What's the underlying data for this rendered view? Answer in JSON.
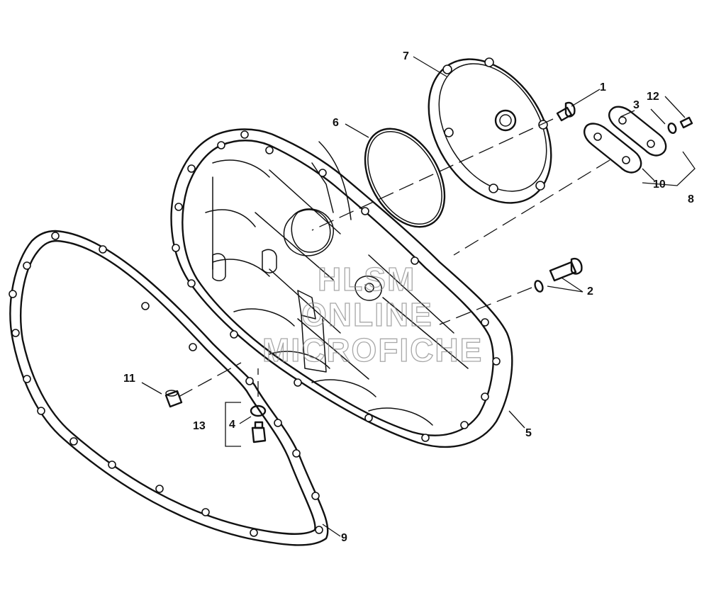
{
  "watermark": {
    "lines": [
      "HLSM",
      "ONLINE",
      "MICROFICHE"
    ],
    "color": "#8a8a8a"
  },
  "callouts": [
    {
      "id": "1",
      "label": "1"
    },
    {
      "id": "2",
      "label": "2"
    },
    {
      "id": "3",
      "label": "3"
    },
    {
      "id": "4",
      "label": "4"
    },
    {
      "id": "5",
      "label": "5"
    },
    {
      "id": "6",
      "label": "6"
    },
    {
      "id": "7",
      "label": "7"
    },
    {
      "id": "8",
      "label": "8"
    },
    {
      "id": "9",
      "label": "9"
    },
    {
      "id": "10",
      "label": "10"
    },
    {
      "id": "11",
      "label": "11"
    },
    {
      "id": "12",
      "label": "12"
    },
    {
      "id": "13",
      "label": "13"
    }
  ],
  "colors": {
    "line": "#111111",
    "background": "#ffffff"
  }
}
